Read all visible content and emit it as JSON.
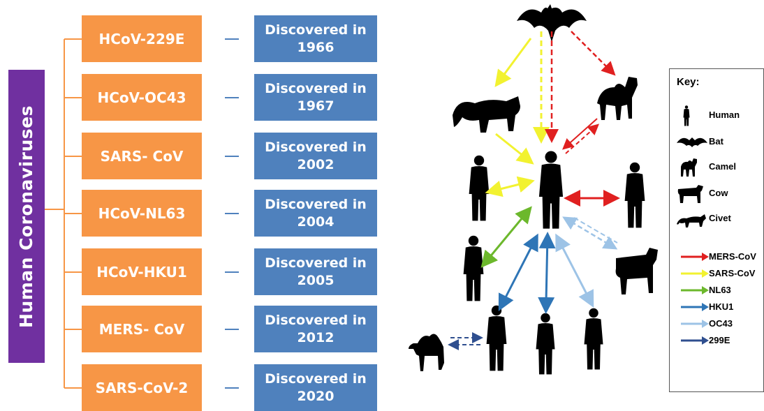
{
  "diagram": {
    "root_label": "Human  Coronaviruses",
    "viruses": [
      {
        "name": "HCoV-229E",
        "discovered_line1": "Discovered in",
        "year": "1966"
      },
      {
        "name": "HCoV-OC43",
        "discovered_line1": "Discovered in",
        "year": "1967"
      },
      {
        "name": "SARS- CoV",
        "discovered_line1": "Discovered in",
        "year": "2002"
      },
      {
        "name": "HCoV-NL63",
        "discovered_line1": "Discovered in",
        "year": "2004"
      },
      {
        "name": "HCoV-HKU1",
        "discovered_line1": "Discovered in",
        "year": "2005"
      },
      {
        "name": "MERS- CoV",
        "discovered_line1": "Discovered in",
        "year": "2012"
      },
      {
        "name": "SARS-CoV-2",
        "discovered_line1": "Discovered in",
        "year": "2020"
      }
    ]
  },
  "key": {
    "title": "Key:",
    "animals": [
      {
        "icon": "human-icon",
        "label": "Human"
      },
      {
        "icon": "bat-icon",
        "label": "Bat"
      },
      {
        "icon": "camel-icon",
        "label": "Camel"
      },
      {
        "icon": "cow-icon",
        "label": "Cow"
      },
      {
        "icon": "civet-icon",
        "label": "Civet"
      }
    ],
    "arrows": [
      {
        "label": "MERS-CoV",
        "color": "#e02020"
      },
      {
        "label": "SARS-CoV",
        "color": "#f2f230"
      },
      {
        "label": "NL63",
        "color": "#6cb82c"
      },
      {
        "label": "HKU1",
        "color": "#2e75b6"
      },
      {
        "label": "OC43",
        "color": "#9dc3e6"
      },
      {
        "label": "299E",
        "color": "#2f4f8f"
      }
    ]
  },
  "colors": {
    "root_bg": "#7030a0",
    "virus_box": "#f79646",
    "year_box": "#4f81bd",
    "silhouette": "#000000"
  }
}
